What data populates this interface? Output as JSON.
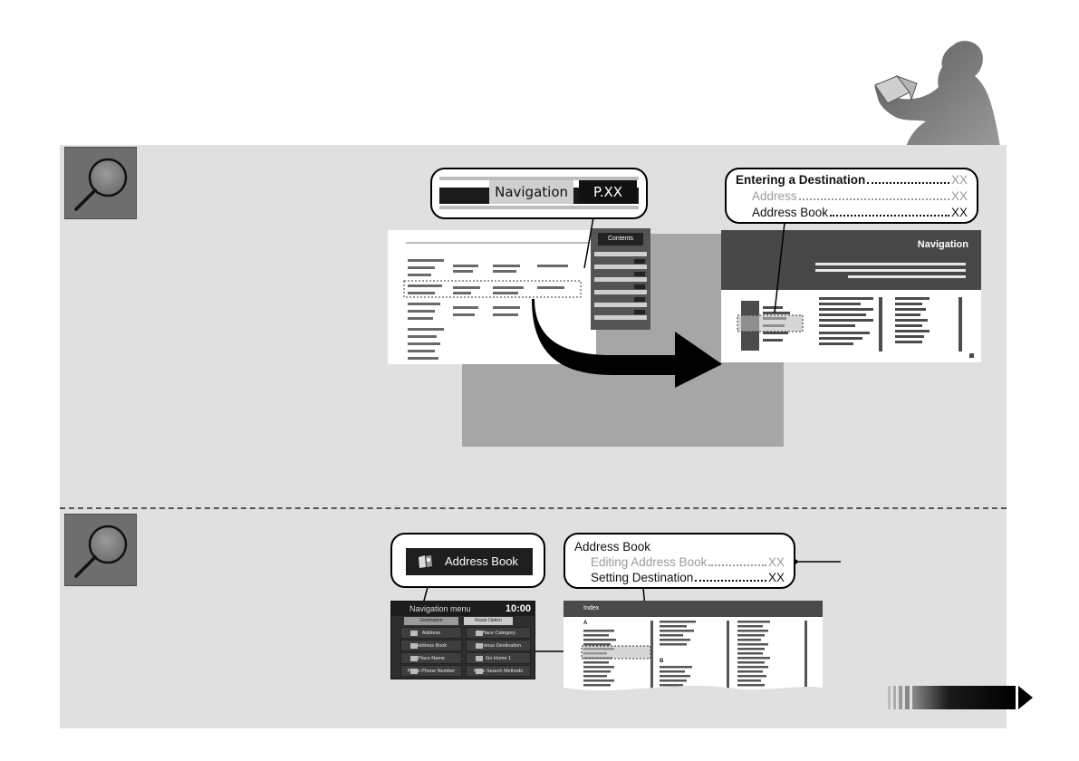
{
  "callouts": {
    "navigation": {
      "label": "Navigation",
      "page": "P.XX"
    },
    "entering_destination": {
      "lines": [
        {
          "text": "Entering a Destination",
          "page": "XX"
        },
        {
          "text": "Address",
          "page": "XX"
        },
        {
          "text": "Address Book",
          "page": "XX"
        }
      ]
    },
    "address_book_button": {
      "label": "Address Book"
    },
    "address_book_index": {
      "lines": [
        {
          "text": "Address Book"
        },
        {
          "text": "Editing Address Book",
          "page": "XX"
        },
        {
          "text": "Setting Destination",
          "page": "XX"
        }
      ]
    }
  },
  "contents_page": {
    "tab_label": "Contents"
  },
  "chapter_page": {
    "title": "Navigation"
  },
  "screen": {
    "title": "Navigation menu",
    "clock": "10:00",
    "tabs": [
      "Destination",
      "Route Option"
    ],
    "buttons": [
      "Address",
      "Place Category",
      "Address Book",
      "Previous Destination",
      "Place Name",
      "Go Home 1",
      "Place Phone Number",
      "More Search Methods"
    ]
  },
  "index_page": {
    "header": "Index",
    "letters": [
      "A",
      "B"
    ]
  },
  "colors": {
    "panel": "#e0e0e0",
    "dark": "#1a1a1a",
    "magnifier_box": "#6e6e6e",
    "highlight_gray": "#a6a6a6"
  },
  "icons": [
    "magnifier-icon",
    "address-book-icon",
    "next-arrow-icon",
    "reading-person-icon"
  ]
}
